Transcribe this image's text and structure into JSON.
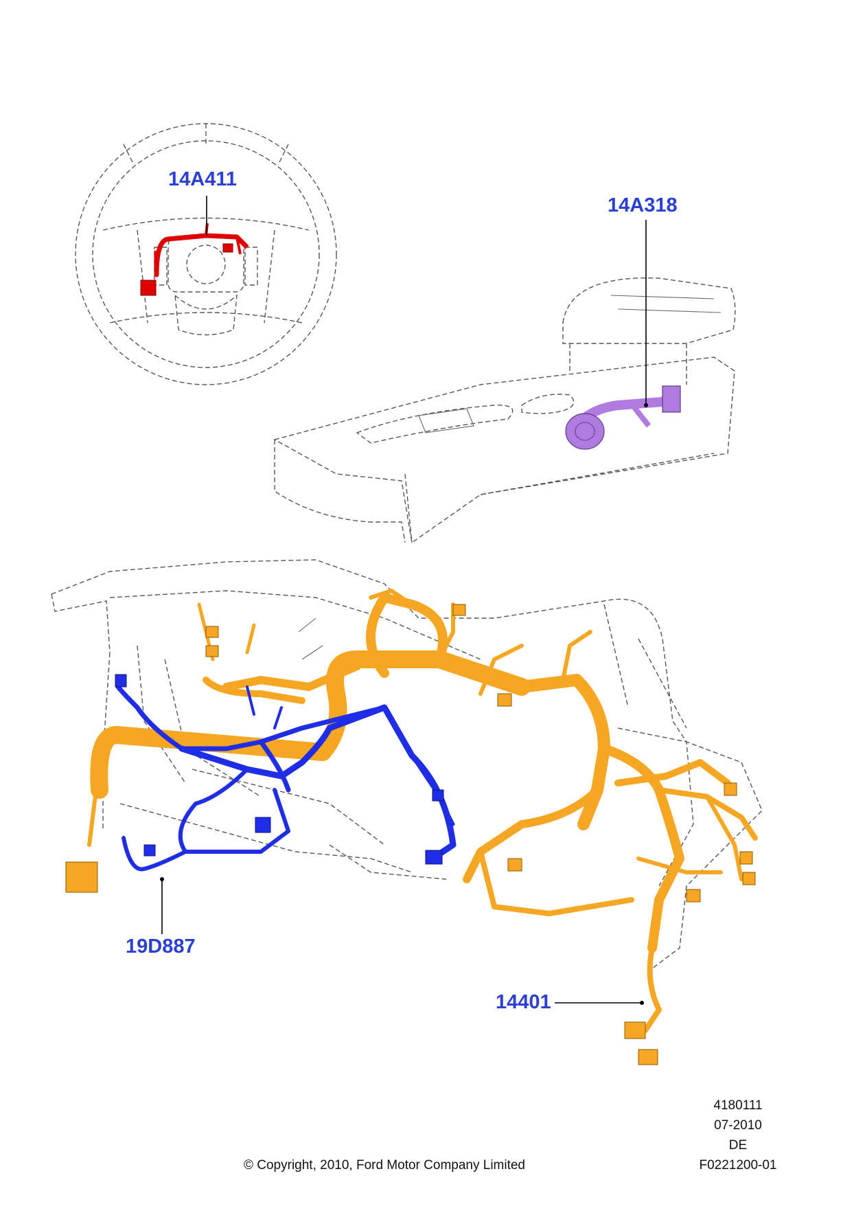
{
  "callouts": {
    "steering_harness": "14A411",
    "console_harness": "14A318",
    "aux_harness": "19D887",
    "main_harness": "14401"
  },
  "reference": {
    "number": "4180111",
    "date": "07-2010",
    "lang": "DE",
    "code": "F0221200-01"
  },
  "copyright": "© Copyright, 2010, Ford Motor Company Limited",
  "colors": {
    "steering_harness": "#e00000",
    "console_harness": "#b07be0",
    "aux_harness": "#1f2ee6",
    "main_harness": "#f5a623",
    "callout_text": "#2b3fd6"
  }
}
